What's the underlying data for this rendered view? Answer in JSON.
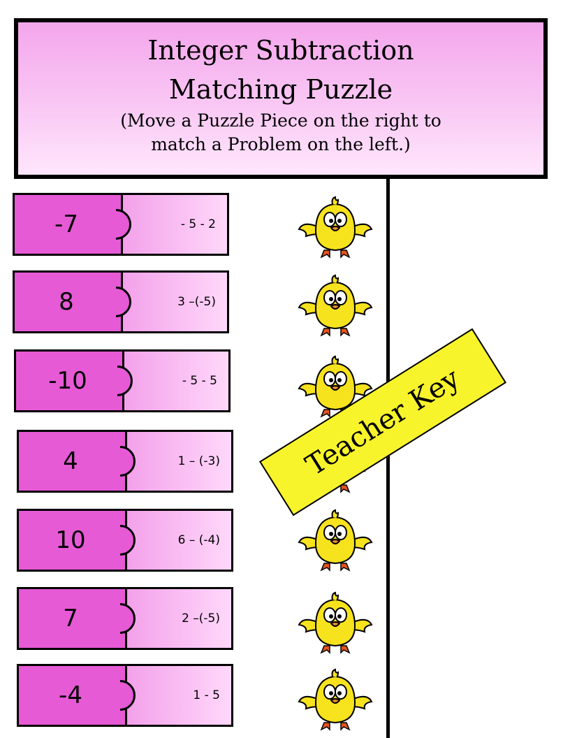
{
  "header": {
    "title_line1": "Integer Subtraction",
    "title_line2": "Matching Puzzle",
    "subtitle_line1": "(Move a Puzzle Piece on the right to",
    "subtitle_line2": "match a Problem on the left.)"
  },
  "pieces": [
    {
      "answer": "-7",
      "problem": "- 5 - 2"
    },
    {
      "answer": "8",
      "problem": "3 –(-5)"
    },
    {
      "answer": "-10",
      "problem": "- 5 - 5"
    },
    {
      "answer": "4",
      "problem": "1 – (-3)"
    },
    {
      "answer": "10",
      "problem": "6 – (-4)"
    },
    {
      "answer": "7",
      "problem": "2 –(-5)"
    },
    {
      "answer": "-4",
      "problem": "1 - 5"
    }
  ],
  "banner": {
    "label": "Teacher Key"
  },
  "colors": {
    "piece_left": "#e65ad6",
    "piece_right_light": "#ffd8fa",
    "header_pink": "#f4a6ec",
    "banner_yellow": "#f8f42b",
    "chick_yellow": "#f7e21e"
  },
  "icons": {
    "chick": "chick-icon"
  }
}
